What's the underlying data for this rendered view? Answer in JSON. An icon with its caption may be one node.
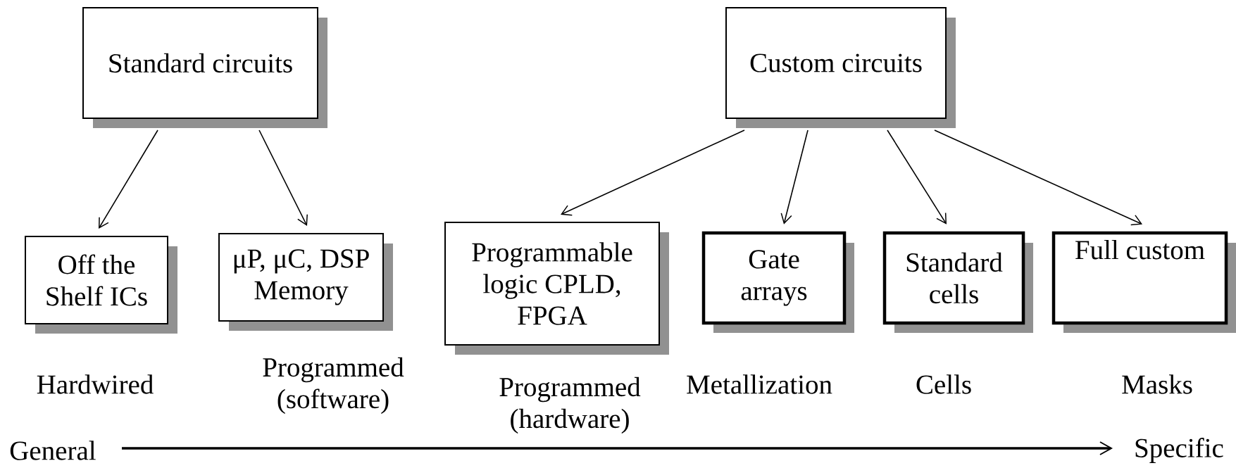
{
  "diagram": {
    "nodes": [
      {
        "text": [
          "Standard circuits"
        ]
      },
      {
        "text": [
          "Custom circuits"
        ]
      },
      {
        "text": [
          "Off the Shelf ICs"
        ],
        "beside": [
          "Hardwired"
        ]
      },
      {
        "text": [
          "μP, μC, DSP Memory"
        ],
        "beside": [
          "Programmed (software)"
        ]
      },
      {
        "text": [
          "Programmable logic CPLD, FPGA"
        ],
        "beside": [
          "Programmed (hardware)"
        ]
      },
      {
        "text": [
          "Gate arrays"
        ],
        "beside": [
          "Metallization"
        ]
      },
      {
        "text": [
          "Standard cells"
        ],
        "beside": [
          "Cells"
        ]
      },
      {
        "text": [
          "Full custom"
        ],
        "beside": [
          "Masks"
        ]
      }
    ],
    "edges": [
      {
        "from": 0,
        "to": 2,
        "arrow": "to"
      },
      {
        "from": 0,
        "to": 3,
        "arrow": "to"
      },
      {
        "from": 1,
        "to": 4,
        "arrow": "to"
      },
      {
        "from": 1,
        "to": 5,
        "arrow": "to"
      },
      {
        "from": 1,
        "to": 6,
        "arrow": "to"
      },
      {
        "from": 1,
        "to": 7,
        "arrow": "to"
      }
    ],
    "labels": [
      "General",
      "Specific"
    ]
  }
}
